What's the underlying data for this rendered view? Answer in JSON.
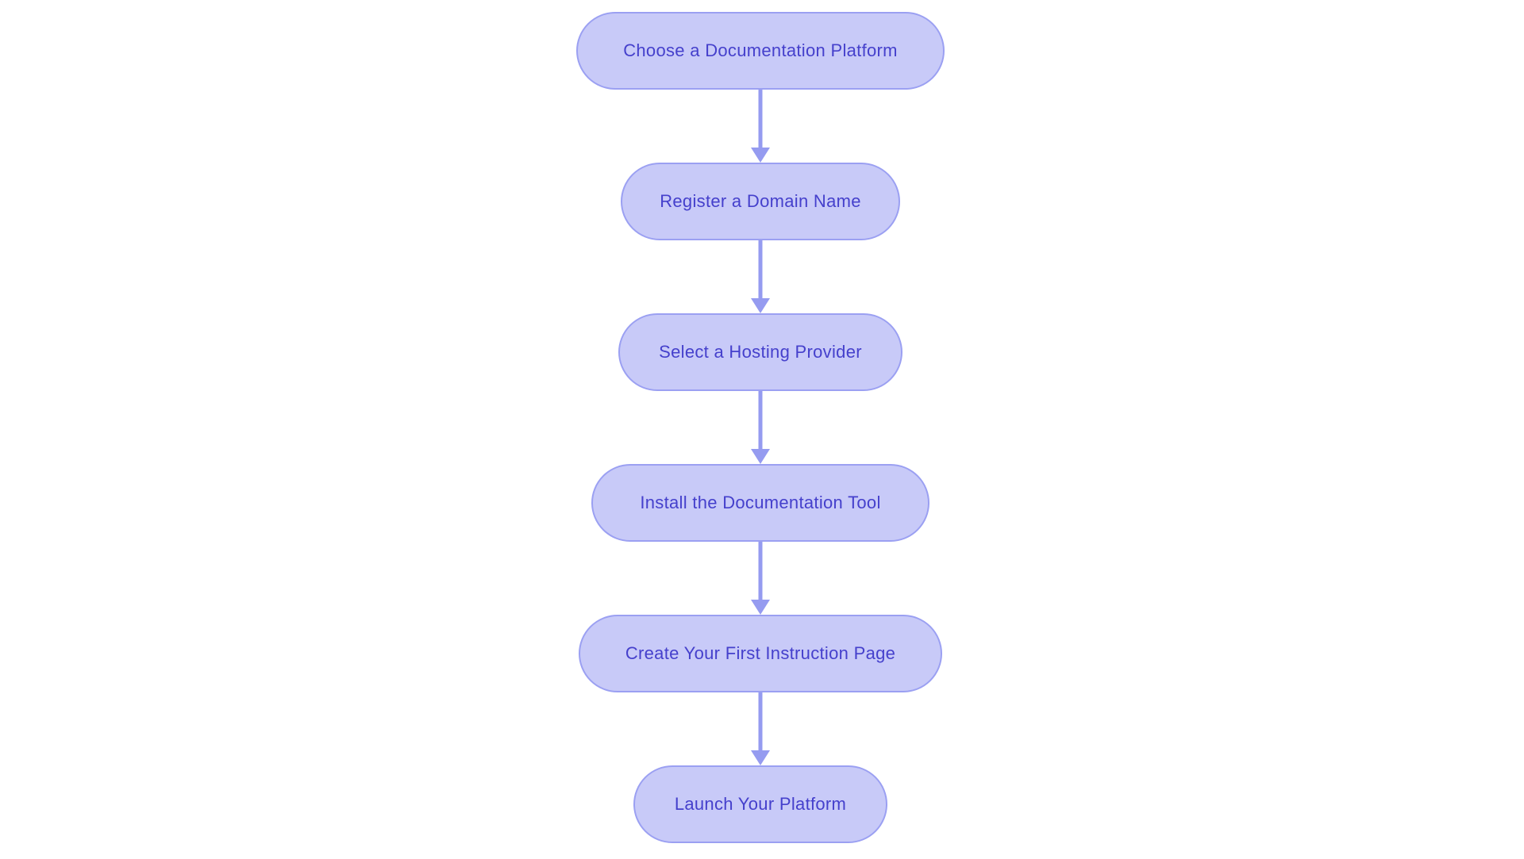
{
  "diagram": {
    "type": "flowchart",
    "direction": "top-down",
    "colors": {
      "background": "#ffffff",
      "node_fill": "#c8caf8",
      "node_border": "#9ba0f2",
      "node_text": "#4540cc",
      "arrow": "#959bf0"
    },
    "nodes": [
      {
        "id": "choose-platform",
        "label": "Choose a Documentation Platform"
      },
      {
        "id": "register-domain",
        "label": "Register a Domain Name"
      },
      {
        "id": "select-hosting",
        "label": "Select a Hosting Provider"
      },
      {
        "id": "install-tool",
        "label": "Install the Documentation Tool"
      },
      {
        "id": "create-page",
        "label": "Create Your First Instruction Page"
      },
      {
        "id": "launch-platform",
        "label": "Launch Your Platform"
      }
    ],
    "edges": [
      {
        "from": "choose-platform",
        "to": "register-domain"
      },
      {
        "from": "register-domain",
        "to": "select-hosting"
      },
      {
        "from": "select-hosting",
        "to": "install-tool"
      },
      {
        "from": "install-tool",
        "to": "create-page"
      },
      {
        "from": "create-page",
        "to": "launch-platform"
      }
    ]
  }
}
